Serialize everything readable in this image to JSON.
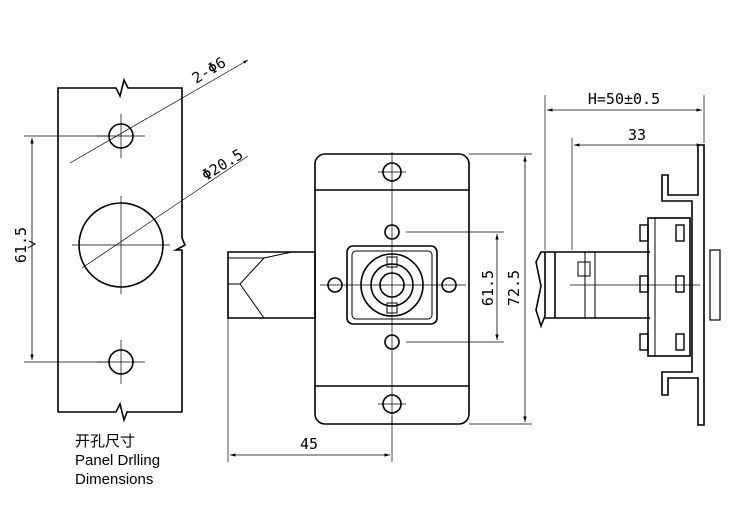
{
  "panel": {
    "hole_spec": "2-Φ6",
    "bore_spec": "Φ20.5",
    "hole_spacing": "61.5",
    "caption_cn": "开孔尺寸",
    "caption_en_1": "Panel Drlling",
    "caption_en_2": "Dimensions"
  },
  "front_view": {
    "dim_bottom": "45",
    "dim_inner": "61.5",
    "dim_outer": "72.5"
  },
  "side_view": {
    "dim_h": "H=50±0.5",
    "dim_33": "33"
  },
  "colors": {
    "line": "#000000",
    "background": "#ffffff"
  }
}
